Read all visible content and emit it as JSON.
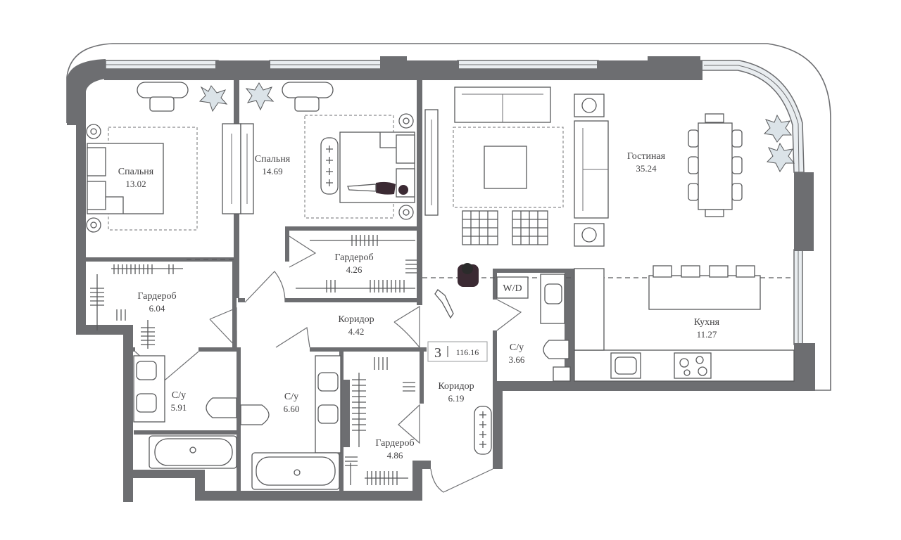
{
  "plan": {
    "rooms_count": "3",
    "total_area": "116.16",
    "wd_label": "W/D",
    "rooms": [
      {
        "id": "bedroom-1",
        "name": "Спальня",
        "area": "13.02"
      },
      {
        "id": "bedroom-2",
        "name": "Спальня",
        "area": "14.69"
      },
      {
        "id": "living",
        "name": "Гостиная",
        "area": "35.24"
      },
      {
        "id": "wardrobe-1",
        "name": "Гардероб",
        "area": "4.26"
      },
      {
        "id": "wardrobe-2",
        "name": "Гардероб",
        "area": "6.04"
      },
      {
        "id": "corridor-1",
        "name": "Коридор",
        "area": "4.42"
      },
      {
        "id": "kitchen",
        "name": "Кухня",
        "area": "11.27"
      },
      {
        "id": "bath-3",
        "name": "С/у",
        "area": "3.66"
      },
      {
        "id": "bath-1",
        "name": "С/у",
        "area": "5.91"
      },
      {
        "id": "bath-2",
        "name": "С/у",
        "area": "6.60"
      },
      {
        "id": "corridor-2",
        "name": "Коридор",
        "area": "6.19"
      },
      {
        "id": "wardrobe-3",
        "name": "Гардероб",
        "area": "4.86"
      }
    ]
  }
}
